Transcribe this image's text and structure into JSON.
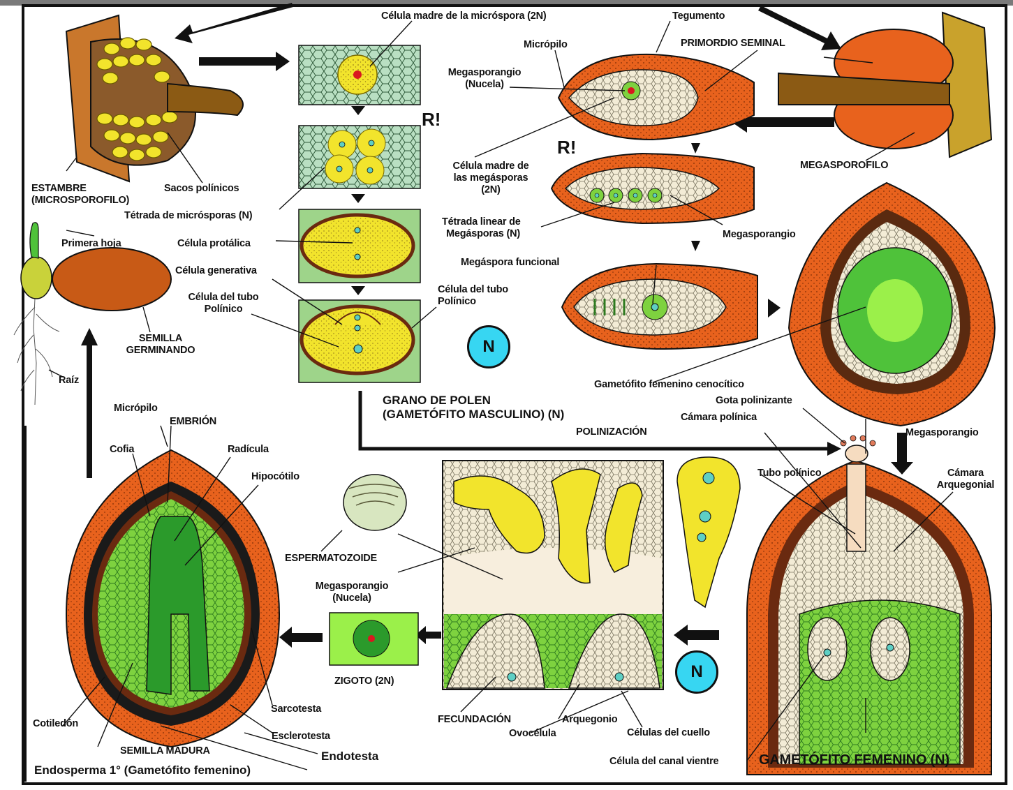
{
  "labels": {
    "celula_madre_microspora": "Célula madre de la micróspora (2N)",
    "tegumento": "Tegumento",
    "micropilo_top": "Micrópilo",
    "primordio_seminal": "PRIMORDIO SEMINAL",
    "megasporangio_nucela_top_1": "Megasporangio",
    "megasporangio_nucela_top_2": "(Nucela)",
    "r_mark_1": "R!",
    "r_mark_2": "R!",
    "celula_madre_megasporas_1": "Célula madre de",
    "celula_madre_megasporas_2": "las megásporas",
    "celula_madre_megasporas_3": "(2N)",
    "megasporofilo": "MEGASPOROFILO",
    "estambre_1": "ESTAMBRE",
    "estambre_2": "(MICROSPOROFILO)",
    "sacos_polinicos": "Sacos polínicos",
    "tetrada_microsporas": "Tétrada de micrósporas (N)",
    "tetrada_linear_1": "Tétrada linear de",
    "tetrada_linear_2": "Megásporas (N)",
    "megasporangio_mid": "Megasporangio",
    "primera_hoja": "Primera hoja",
    "celula_protalica": "Célula protálica",
    "megaspora_funcional": "Megáspora funcional",
    "celula_generativa": "Célula generativa",
    "celula_tubo_left_1": "Célula del tubo",
    "celula_tubo_left_2": "Polínico",
    "celula_tubo_right_1": "Célula del tubo",
    "celula_tubo_right_2": "Polínico",
    "semilla_germinando_1": "SEMILLA",
    "semilla_germinando_2": "GERMINANDO",
    "n_badge_1": "N",
    "n_badge_2": "N",
    "raiz": "Raíz",
    "gametofito_cenocitico": "Gametófito femenino cenocítico",
    "gota_polinizante": "Gota polinizante",
    "grano_polen_1": "GRANO DE POLEN",
    "grano_polen_2": "(GAMETÓFITO MASCULINO) (N)",
    "camara_polinica": "Cámara polínica",
    "polinizacion": "POLINIZACIÓN",
    "micropilo_bottom": "Micrópilo",
    "embrion": "EMBRIÓN",
    "megasporangio_right": "Megasporangio",
    "cofia": "Cofia",
    "radicula": "Radícula",
    "hipocotilo": "Hipocótilo",
    "tubo_polinico": "Tubo polínico",
    "camara_arquegonial_1": "Cámara",
    "camara_arquegonial_2": "Arquegonial",
    "espermatozoide": "ESPERMATOZOIDE",
    "megasporangio_nucela_bottom_1": "Megasporangio",
    "megasporangio_nucela_bottom_2": "(Nucela)",
    "zigoto": "ZIGOTO (2N)",
    "sarcotesta": "Sarcotesta",
    "cotiledon": "Cotiledón",
    "fecundacion": "FECUNDACIÓN",
    "arquegonio": "Arquegonio",
    "ovocelula": "Ovocélula",
    "celulas_cuello": "Células del cuello",
    "esclerotesta": "Esclerotesta",
    "semilla_madura": "SEMILLA MADURA",
    "endotesta": "Endotesta",
    "celula_canal_vientre": "Célula del canal vientre",
    "gametofito_femenino": "GAMETÓFITO FEMENINO (N)",
    "endosperma": "Endosperma 1° (Gametófito femenino)"
  },
  "colors": {
    "orange": "#e8621d",
    "orange_dark": "#b8400e",
    "yellow": "#f1e33a",
    "green_light": "#9be05a",
    "green_mid": "#4fc23a",
    "green_dark": "#2b9a2b",
    "cream": "#f3ecd6",
    "brown": "#8b4a20",
    "teal_cell": "#5ecfc4",
    "cyan_badge": "#37d6f2",
    "tissue_green": "#b9dfc2"
  }
}
